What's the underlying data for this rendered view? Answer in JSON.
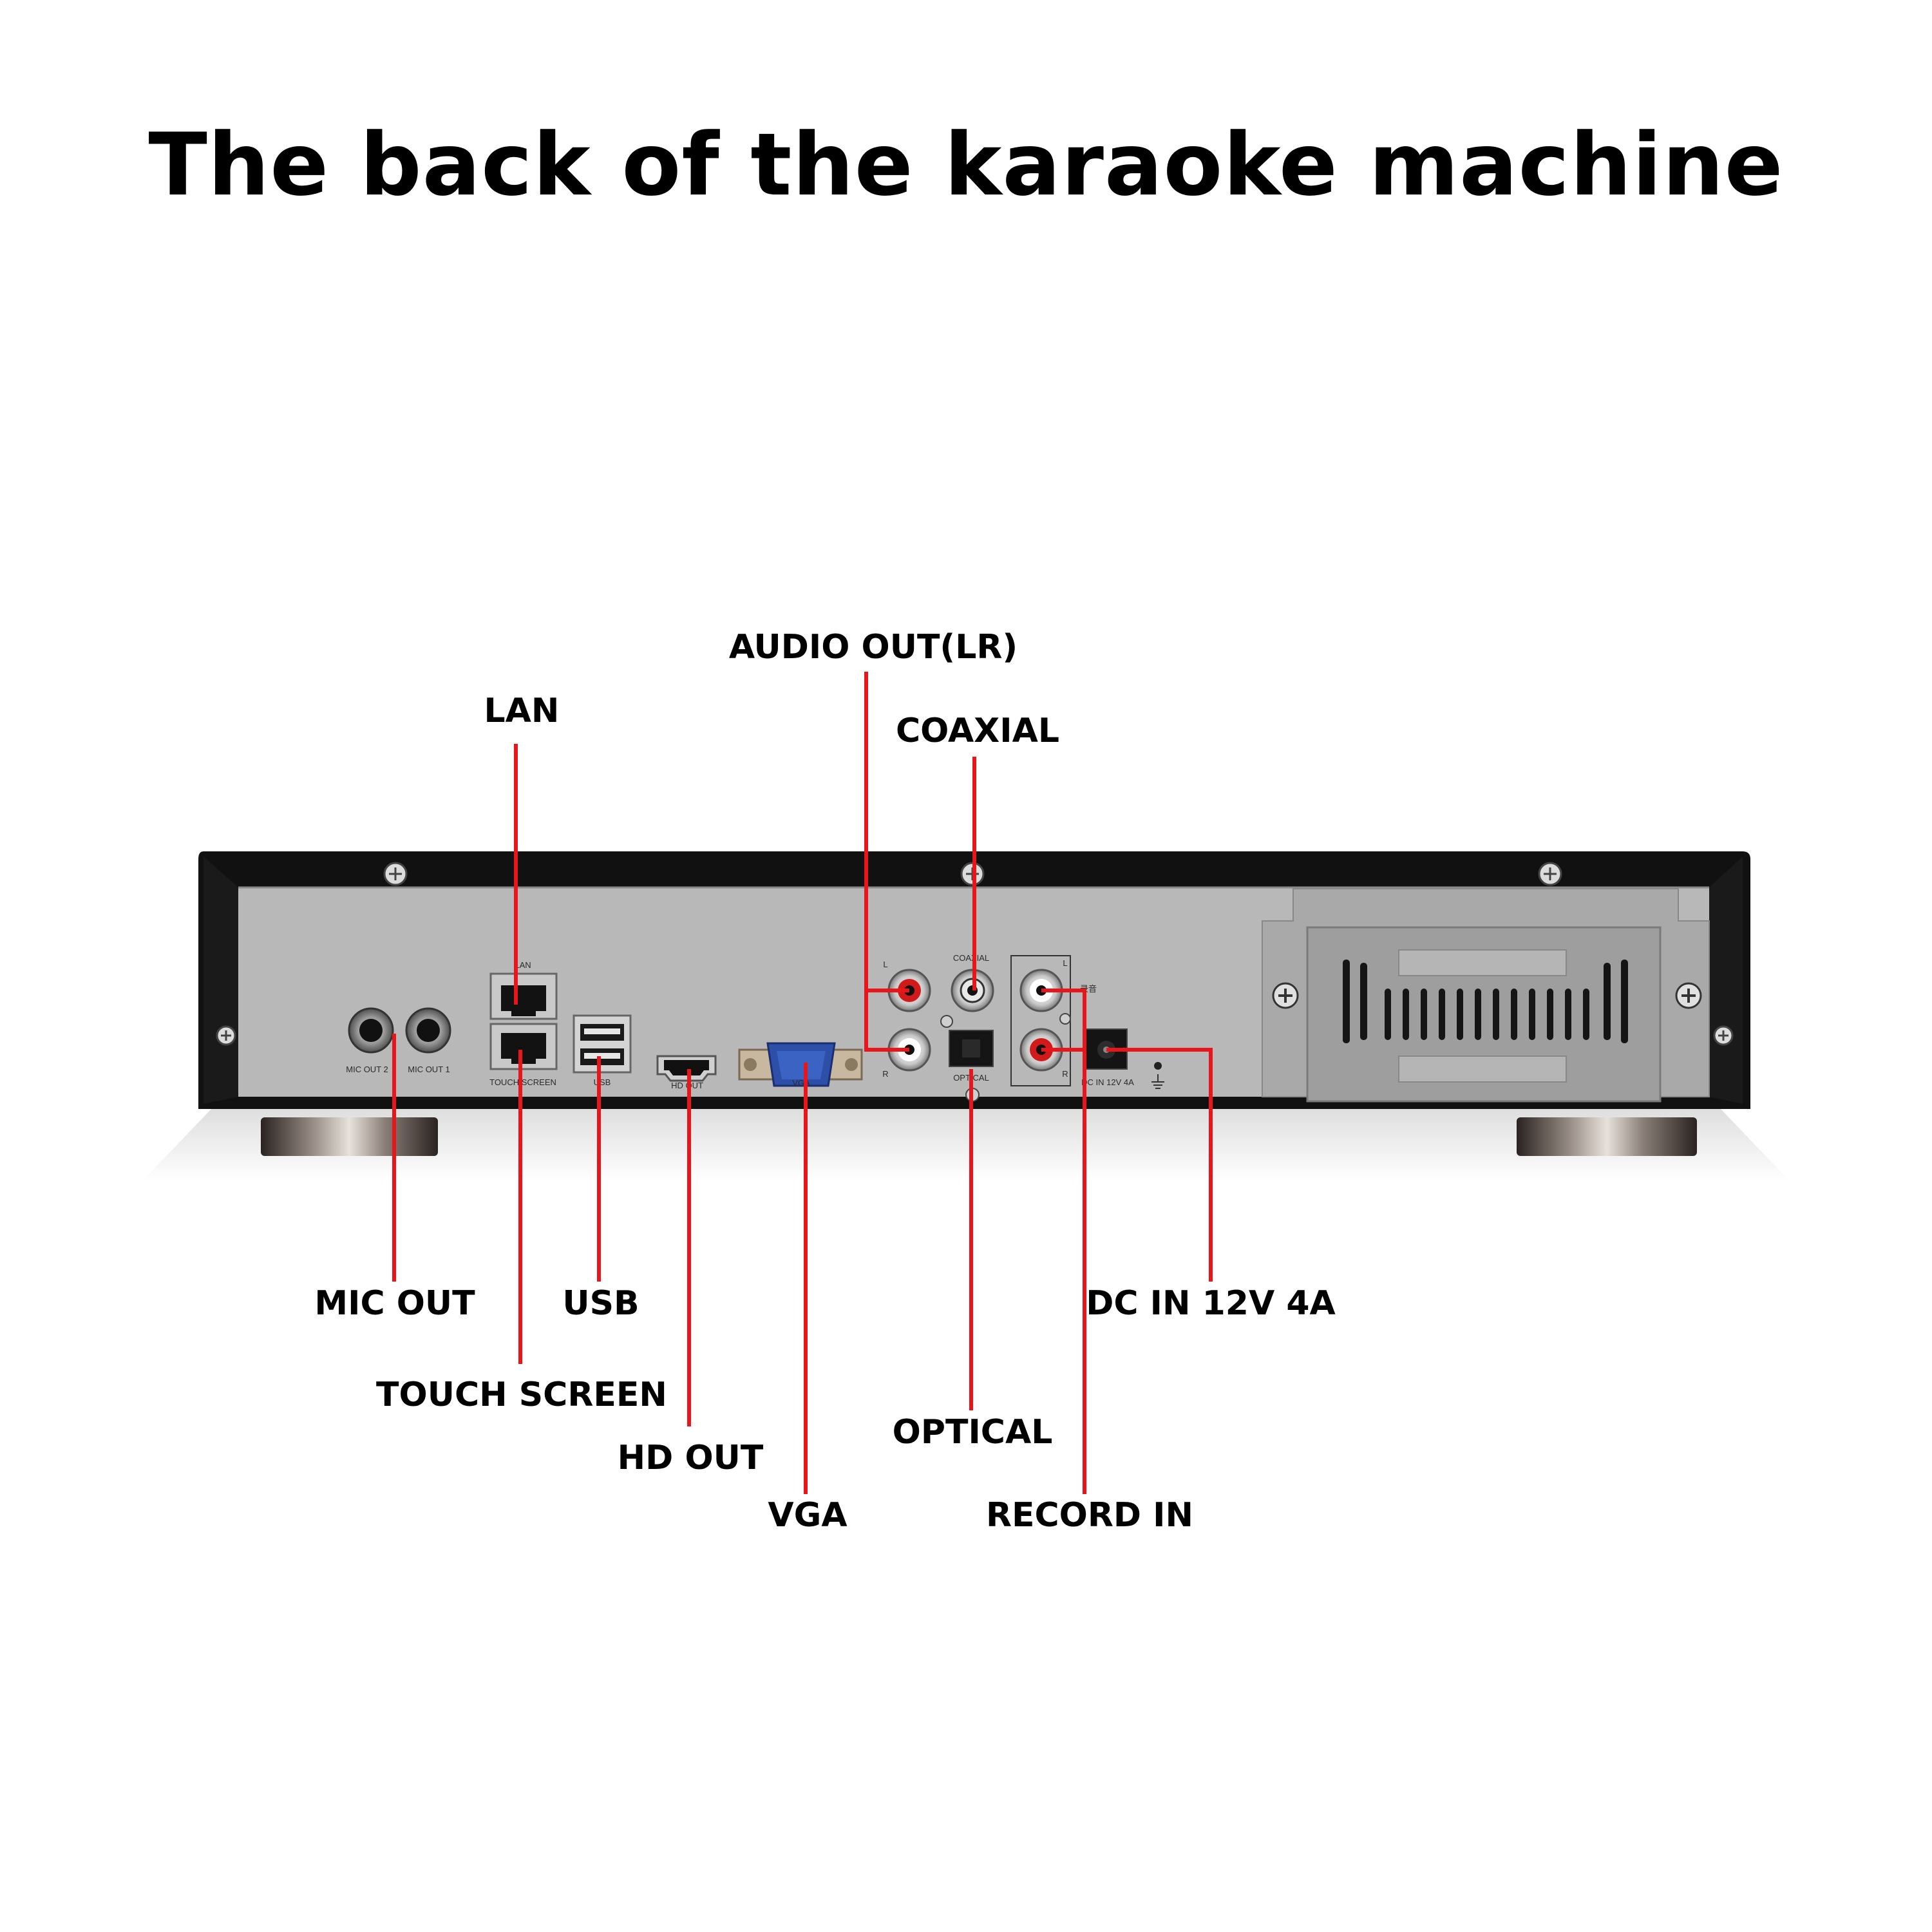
{
  "title": "The back of the karaoke machine",
  "accent_color": "#e8161b",
  "callouts": {
    "audio_out": "AUDIO OUT(LR)",
    "lan": "LAN",
    "coaxial": "COAXIAL",
    "mic_out": "MIC OUT",
    "usb": "USB",
    "dc_in": "DC IN 12V 4A",
    "touch_screen": "TOUCH SCREEN",
    "hd_out": "HD OUT",
    "optical": "OPTICAL",
    "vga": "VGA",
    "record_in": "RECORD IN"
  },
  "panel_labels": {
    "mic_out_2": "MIC OUT 2",
    "mic_out_1": "MIC OUT 1",
    "lan": "LAN",
    "touch_screen": "TOUCH SCREEN",
    "usb": "USB",
    "hd_out": "HD OUT",
    "vga": "VGA",
    "l": "L",
    "r": "R",
    "coaxial": "COAXIAL",
    "optical": "OPTICAL",
    "rec_l": "L",
    "rec_r": "R",
    "record_cn": "录音",
    "dc_in": "DC IN 12V 4A"
  },
  "icons": [
    "screw-icon",
    "ground-symbol-icon",
    "vent-grille-icon"
  ]
}
